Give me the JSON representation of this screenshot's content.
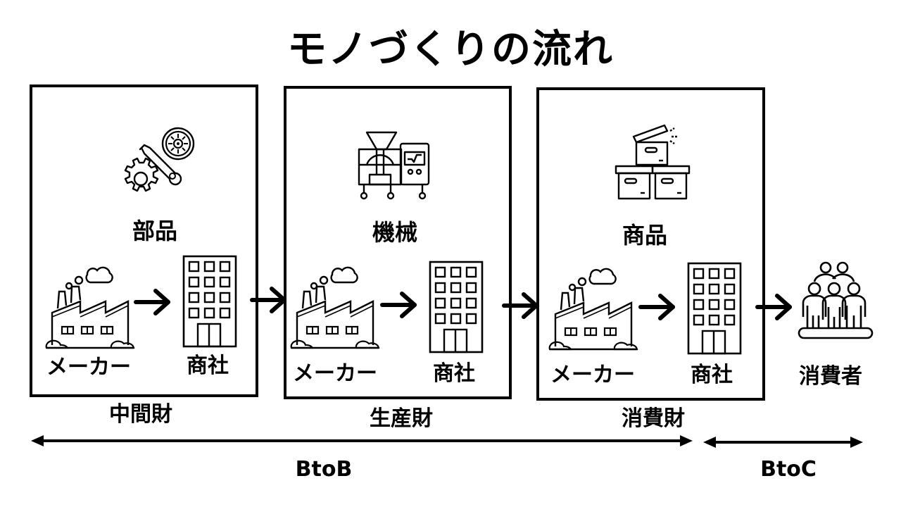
{
  "title": "モノづくりの流れ",
  "stages": [
    {
      "product_label": "部品",
      "product_icon": "parts-gear-wrench-icon",
      "maker_label": "メーカー",
      "trader_label": "商社",
      "goods_type": "中間財"
    },
    {
      "product_label": "機械",
      "product_icon": "industrial-machine-icon",
      "maker_label": "メーカー",
      "trader_label": "商社",
      "goods_type": "生産財"
    },
    {
      "product_label": "商品",
      "product_icon": "product-boxes-icon",
      "maker_label": "メーカー",
      "trader_label": "商社",
      "goods_type": "消費財"
    }
  ],
  "consumer": {
    "label": "消費者",
    "icon": "consumers-group-icon"
  },
  "scopes": [
    {
      "label": "BtoB"
    },
    {
      "label": "BtoC"
    }
  ],
  "colors": {
    "ink": "#000000",
    "background": "#ffffff"
  }
}
